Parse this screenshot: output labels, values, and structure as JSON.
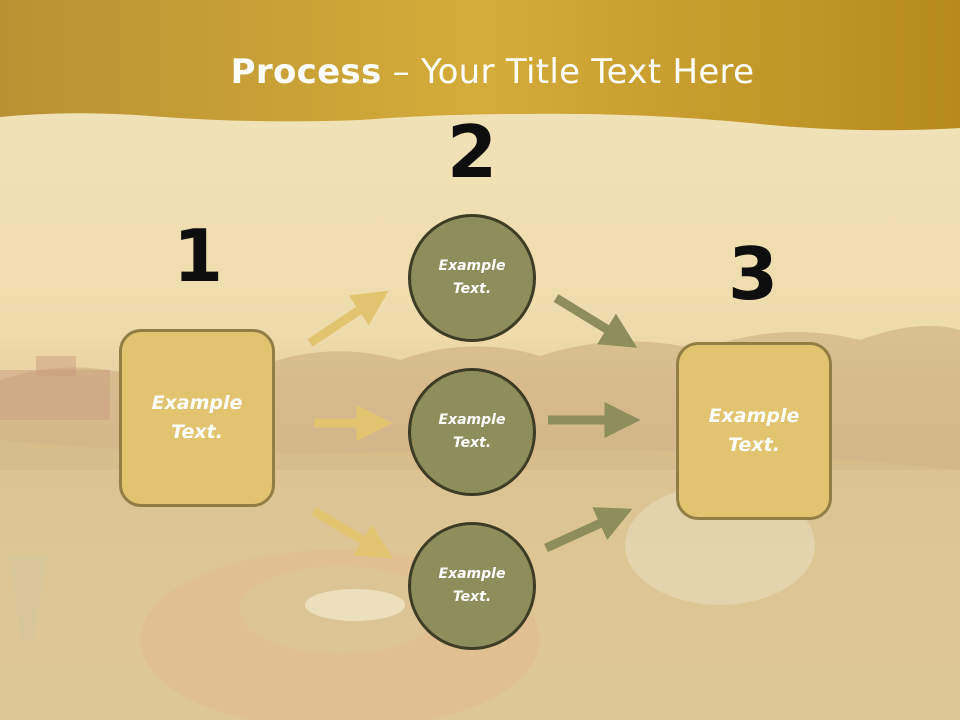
{
  "slide": {
    "title_bold": "Process",
    "title_rest": " – Your Title Text Here",
    "colors": {
      "header_band": "#d2a82e",
      "box_fill": "#e2c470",
      "box_border": "#927e45",
      "circle_fill": "#8e8e5c",
      "circle_border": "#3d3d26",
      "arrow_gold": "#e2c470",
      "arrow_olive": "#8e8e5c"
    }
  },
  "steps": {
    "n1": "1",
    "n2": "2",
    "n3": "3",
    "box_left": "Example Text.",
    "circle_top": "Example Text.",
    "circle_middle": "Example Text.",
    "circle_bottom": "Example Text.",
    "box_right": "Example Text."
  }
}
